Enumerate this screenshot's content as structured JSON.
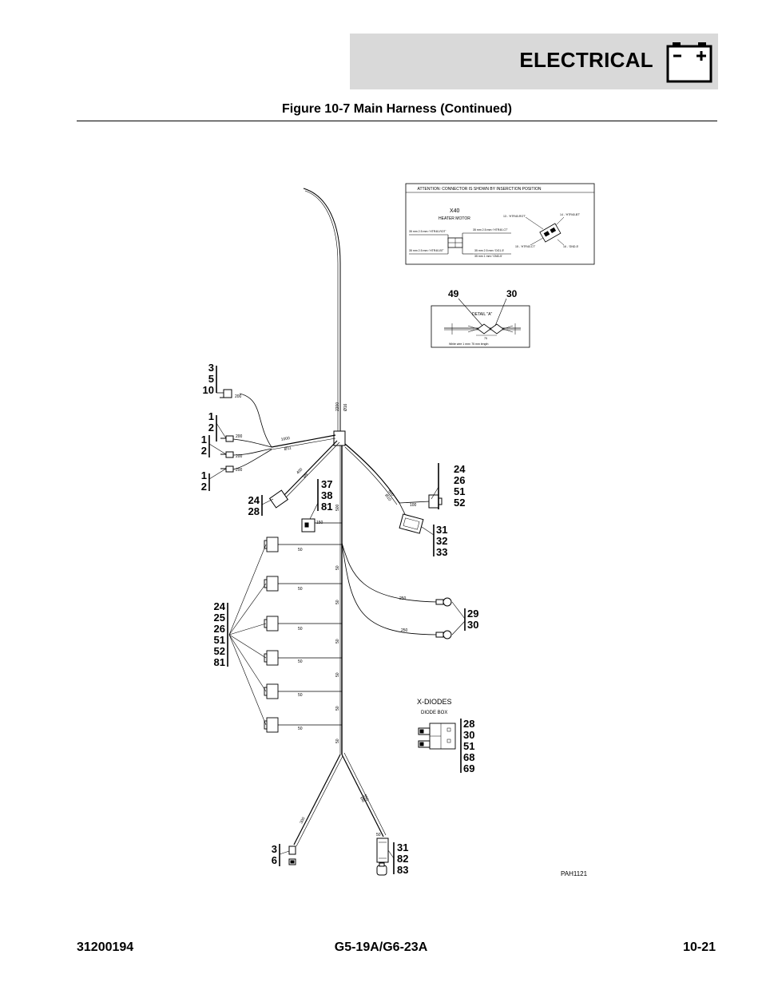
{
  "header": {
    "title": "ELECTRICAL",
    "icon": "battery-icon"
  },
  "figure": {
    "title": "Figure 10-7 Main Harness (Continued)",
    "code": "PAH1121"
  },
  "footer": {
    "left": "31200194",
    "center": "G5-19A/G6-23A",
    "right": "10-21"
  },
  "callouts": {
    "top_left": [
      "3",
      "5",
      "10"
    ],
    "g1": [
      "1",
      "2"
    ],
    "g2": [
      "1",
      "2"
    ],
    "g3": [
      "1",
      "2"
    ],
    "g4": [
      "24",
      "28"
    ],
    "g5": [
      "37",
      "38",
      "81"
    ],
    "g6": [
      "24",
      "26",
      "51",
      "52"
    ],
    "g7": [
      "31",
      "32",
      "33"
    ],
    "g8": [
      "24",
      "25",
      "26",
      "51",
      "52",
      "81"
    ],
    "g9": [
      "29",
      "30"
    ],
    "g10": [
      "28",
      "30",
      "51",
      "68",
      "69"
    ],
    "g11": [
      "3",
      "6"
    ],
    "g12": [
      "31",
      "82",
      "83"
    ]
  },
  "x40_inset": {
    "attention": "ATTENTION: CONNECTOR IS SHOWN BY INSERCTION POSITION",
    "label": "X40",
    "sublabel": "HEATER MOTOR",
    "wire_notes": [
      "35 mm 2.5 mm² 'HTR40-ROT'",
      "35 mm 2.5 mm² 'HTR40-BT'",
      "35 mm 2.5 mm² 'HTR40-CT'",
      "35 mm 2.5 mm² 'DG1-5'",
      "35 mm 1 mm² 'GND-5'"
    ],
    "pin_notes": [
      "13 - 'HTR40-ROT'",
      "14 - 'HTR40-BT'",
      "15 - 'HTR40-CT'",
      "16 - 'GND-5'"
    ]
  },
  "detail_inset": {
    "label_left": "49",
    "label_right": "30",
    "title": "DETAIL \"A\"",
    "note": "White wire 1 mm² 75 mm length",
    "dim": "75"
  },
  "diode_box": {
    "label": "X-DIODES",
    "sublabel": "DIODE BOX"
  },
  "dims": {
    "d200a": "200",
    "d200b": "200",
    "d200c": "200",
    "d200d": "200",
    "d1000": "1000",
    "dia11": "Ø11",
    "d2200": "2200",
    "dia16": "Ø16",
    "d400": "400",
    "dia9": "Ø9",
    "d150": "150",
    "d600": "600",
    "dia10": "Ø10",
    "d100": "100",
    "b50a": "50",
    "b50b": "50",
    "b50c": "50",
    "b50d": "50",
    "b50e": "50",
    "b50f": "50",
    "v500": "500",
    "v50a": "50",
    "v50b": "50",
    "v50c": "50",
    "v50d": "50",
    "v50e": "50",
    "v50f": "50",
    "d250a": "250",
    "d250b": "250",
    "d550": "550",
    "dia8": "Ø8",
    "d300": "300",
    "d50x": "50"
  }
}
